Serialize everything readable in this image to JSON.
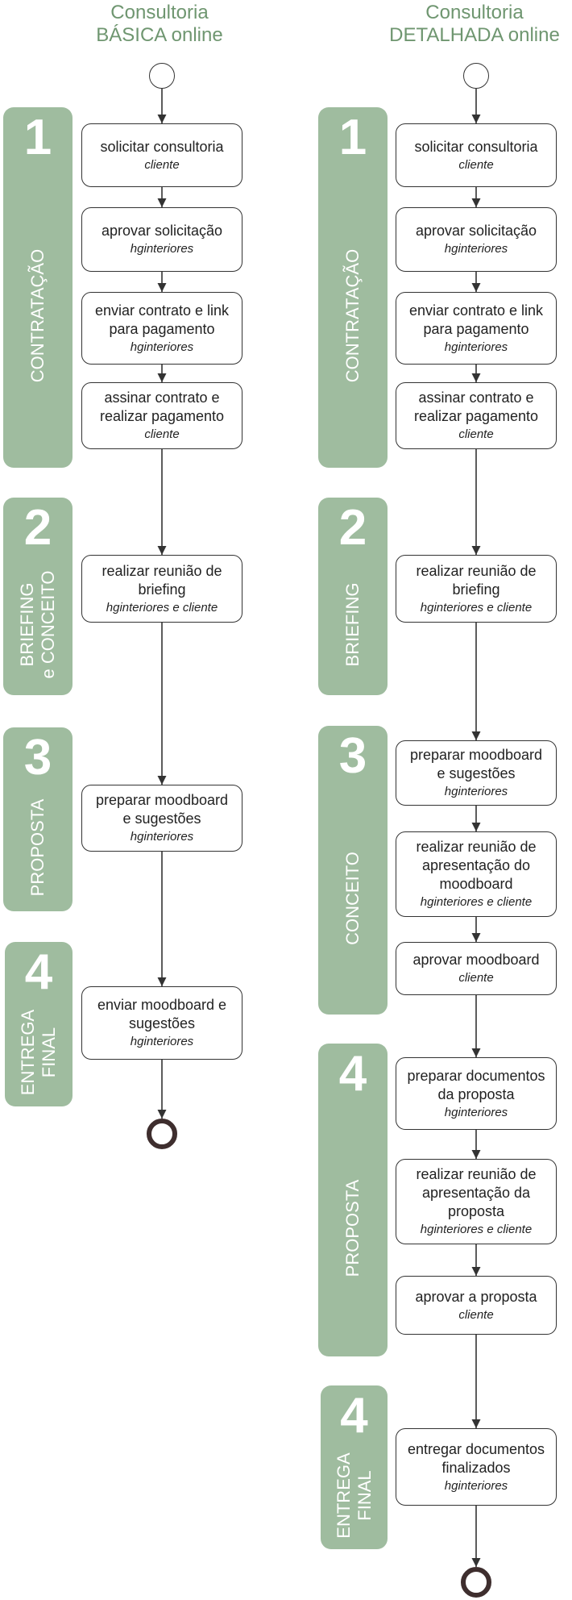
{
  "columns": [
    {
      "title": [
        "Consultoria",
        "BÁSICA online"
      ],
      "phases": [
        {
          "number": "1",
          "label": [
            "CONTRATAÇÃO"
          ]
        },
        {
          "number": "2",
          "label": [
            "BRIEFING",
            "e CONCEITO"
          ]
        },
        {
          "number": "3",
          "label": [
            "PROPOSTA"
          ]
        },
        {
          "number": "4",
          "label": [
            "ENTREGA",
            "FINAL"
          ]
        }
      ],
      "steps": [
        {
          "lines": [
            "solicitar consultoria"
          ],
          "role": "cliente"
        },
        {
          "lines": [
            "aprovar solicitação"
          ],
          "role": "hginteriores"
        },
        {
          "lines": [
            "enviar contrato e link",
            "para pagamento"
          ],
          "role": "hginteriores"
        },
        {
          "lines": [
            "assinar contrato e",
            "realizar pagamento"
          ],
          "role": "cliente"
        },
        {
          "lines": [
            "realizar reunião de",
            "briefing"
          ],
          "role": "hginteriores e cliente"
        },
        {
          "lines": [
            "preparar moodboard",
            "e sugestões"
          ],
          "role": "hginteriores"
        },
        {
          "lines": [
            "enviar moodboard e",
            "sugestões"
          ],
          "role": "hginteriores"
        }
      ]
    },
    {
      "title": [
        "Consultoria",
        "DETALHADA online"
      ],
      "phases": [
        {
          "number": "1",
          "label": [
            "CONTRATAÇÃO"
          ]
        },
        {
          "number": "2",
          "label": [
            "BRIEFING"
          ]
        },
        {
          "number": "3",
          "label": [
            "CONCEITO"
          ]
        },
        {
          "number": "4",
          "label": [
            "PROPOSTA"
          ]
        },
        {
          "number": "4",
          "label": [
            "ENTREGA",
            "FINAL"
          ]
        }
      ],
      "steps": [
        {
          "lines": [
            "solicitar consultoria"
          ],
          "role": "cliente"
        },
        {
          "lines": [
            "aprovar solicitação"
          ],
          "role": "hginteriores"
        },
        {
          "lines": [
            "enviar contrato e link",
            "para pagamento"
          ],
          "role": "hginteriores"
        },
        {
          "lines": [
            "assinar contrato e",
            "realizar pagamento"
          ],
          "role": "cliente"
        },
        {
          "lines": [
            "realizar reunião de",
            "briefing"
          ],
          "role": "hginteriores e cliente"
        },
        {
          "lines": [
            "preparar moodboard",
            "e sugestões"
          ],
          "role": "hginteriores"
        },
        {
          "lines": [
            "realizar reunião de",
            "apresentação do",
            "moodboard"
          ],
          "role": "hginteriores e cliente"
        },
        {
          "lines": [
            "aprovar moodboard"
          ],
          "role": "cliente"
        },
        {
          "lines": [
            "preparar documentos",
            "da proposta"
          ],
          "role": "hginteriores"
        },
        {
          "lines": [
            "realizar reunião de",
            "apresentação da",
            "proposta"
          ],
          "role": "hginteriores e cliente"
        },
        {
          "lines": [
            "aprovar a proposta"
          ],
          "role": "cliente"
        },
        {
          "lines": [
            "entregar documentos",
            "finalizados"
          ],
          "role": "hginteriores"
        }
      ]
    }
  ],
  "colors": {
    "phase_fill": "#9fbc9f",
    "title": "#6f9670",
    "line": "#333333",
    "end_node": "#3e2e2e"
  }
}
